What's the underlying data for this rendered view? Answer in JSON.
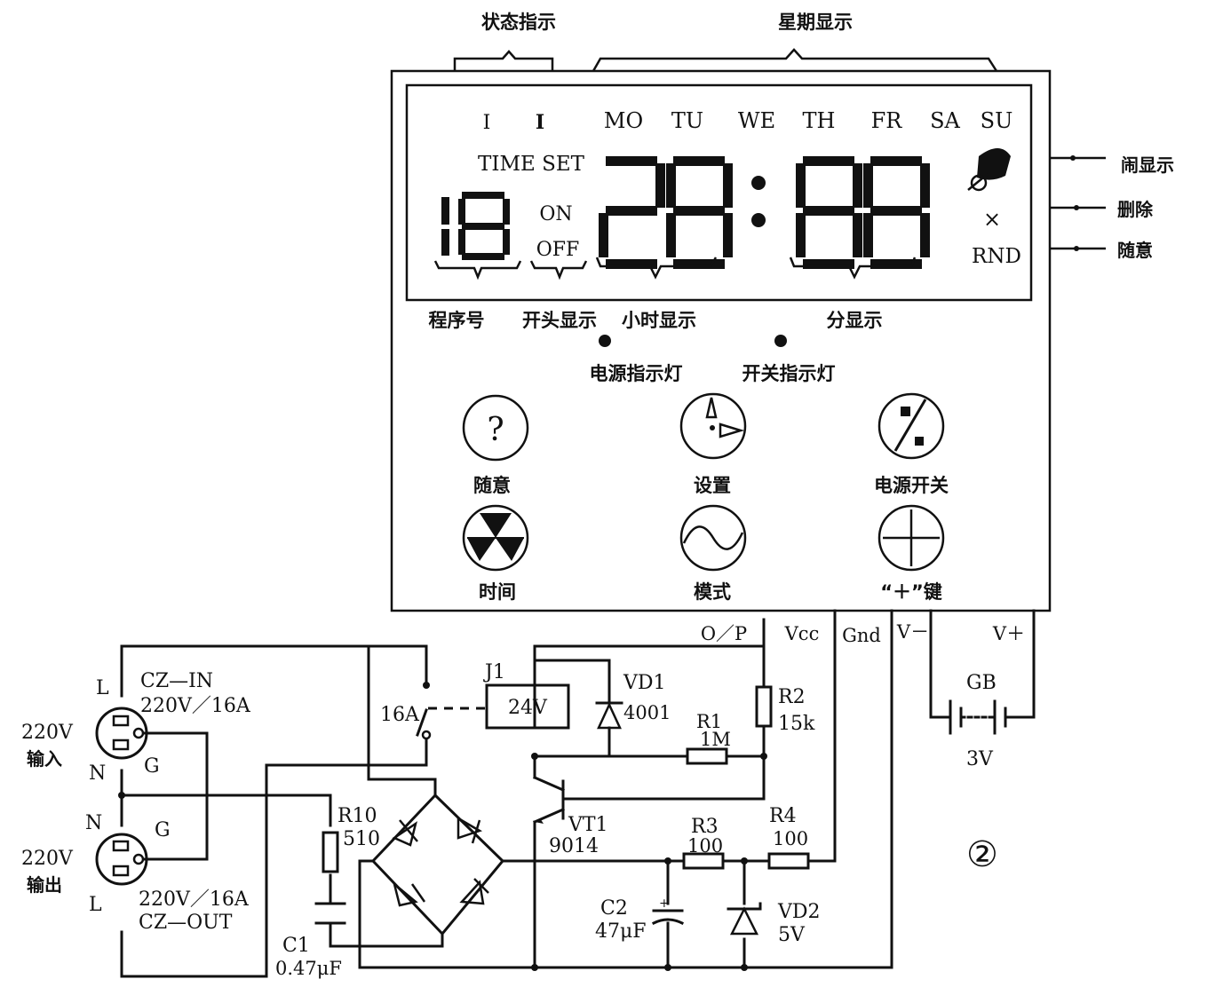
{
  "panel": {
    "top_labels": {
      "status": "状态指示",
      "week": "星期显示"
    },
    "right_labels": {
      "alarm": "闹显示",
      "delete": "删除",
      "random": "随意"
    },
    "lcd": {
      "prog_marks": [
        "I",
        "I"
      ],
      "days": [
        "MO",
        "TU",
        "WE",
        "TH",
        "FR",
        "SA",
        "SU"
      ],
      "time_set": "TIME SET",
      "on": "ON",
      "off": "OFF",
      "x_mark": "×",
      "rnd": "RND"
    },
    "section_labels": {
      "program": "程序号",
      "onoff": "开头显示",
      "hour": "小时显示",
      "minute": "分显示"
    },
    "leds": {
      "power": "电源指示灯",
      "switch": "开关指示灯"
    },
    "buttons": {
      "random": "随意",
      "set": "设置",
      "power": "电源开关",
      "time": "时间",
      "mode": "模式",
      "plus": "“＋”键"
    },
    "pins": {
      "op": "O／P",
      "vcc": "Vcc",
      "gnd": "Gnd",
      "vminus": "V－",
      "vplus": "V＋"
    }
  },
  "circuit": {
    "socket_in": {
      "name": "CZ—IN",
      "rating": "220V／16A",
      "voltage": "220V",
      "label": "输入",
      "L": "L",
      "N": "N",
      "G": "G"
    },
    "socket_out": {
      "name": "CZ—OUT",
      "rating": "220V／16A",
      "voltage": "220V",
      "label": "输出",
      "L": "L",
      "N": "N",
      "G": "G"
    },
    "relay": {
      "name": "J1",
      "coil": "24V",
      "contact": "16A"
    },
    "vd1": {
      "name": "VD1",
      "value": "4001"
    },
    "r1": {
      "name": "R1",
      "value": "1M"
    },
    "r2": {
      "name": "R2",
      "value": "15k"
    },
    "r3": {
      "name": "R3",
      "value": "100"
    },
    "r4": {
      "name": "R4",
      "value": "100"
    },
    "r10": {
      "name": "R10",
      "value": "510"
    },
    "c1": {
      "name": "C1",
      "value": "0.47μF"
    },
    "c2": {
      "name": "C2",
      "value": "47μF"
    },
    "vt1": {
      "name": "VT1",
      "value": "9014"
    },
    "vd2": {
      "name": "VD2",
      "value": "5V"
    },
    "gb": {
      "name": "GB",
      "value": "3V"
    },
    "figure_number": "②"
  }
}
